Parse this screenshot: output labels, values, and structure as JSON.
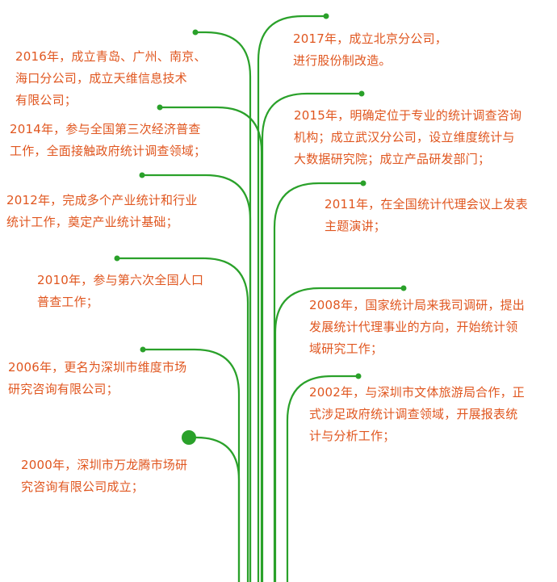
{
  "colors": {
    "branch": "#2aa12a",
    "text": "#e0561f"
  },
  "timeline": {
    "events": [
      {
        "side": "right",
        "text": "2017年，成立北京分公司，\n进行股份制改造。"
      },
      {
        "side": "left",
        "text": "2016年，成立青岛、广州、南京、\n海口分公司，成立天维信息技术\n有限公司；"
      },
      {
        "side": "right",
        "text": "2015年，明确定位于专业的统计调查咨询\n机构；成立武汉分公司，设立维度统计与\n大数据研究院；成立产品研发部门；"
      },
      {
        "side": "left",
        "text": "2014年，参与全国第三次经济普查\n工作，全面接触政府统计调查领域；"
      },
      {
        "side": "right",
        "text": "2011年，在全国统计代理会议上发表\n主题演讲；"
      },
      {
        "side": "left",
        "text": "2012年，完成多个产业统计和行业\n统计工作，奠定产业统计基础；"
      },
      {
        "side": "left",
        "text": "2010年，参与第六次全国人口\n普查工作；"
      },
      {
        "side": "right",
        "text": "2008年，国家统计局来我司调研，提出\n发展统计代理事业的方向，开始统计领\n域研究工作；"
      },
      {
        "side": "left",
        "text": "2006年，更名为深圳市维度市场\n研究咨询有限公司；"
      },
      {
        "side": "right",
        "text": "2002年，与深圳市文体旅游局合作，正\n式涉足政府统计调查领域，开展报表统\n计与分析工作；"
      },
      {
        "side": "left",
        "text": "2000年，深圳市万龙腾市场研\n究咨询有限公司成立；"
      }
    ]
  }
}
